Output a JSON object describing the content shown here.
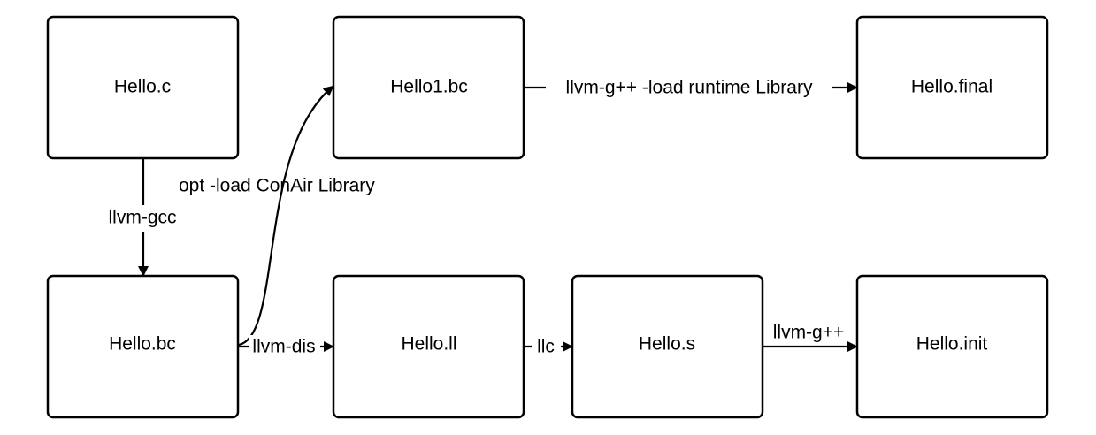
{
  "diagram": {
    "nodes": {
      "hello_c": "Hello.c",
      "hello1_bc": "Hello1.bc",
      "hello_final": "Hello.final",
      "hello_bc": "Hello.bc",
      "hello_ll": "Hello.ll",
      "hello_s": "Hello.s",
      "hello_init": "Hello.init"
    },
    "edges": {
      "llvm_gcc": "llvm-gcc",
      "opt_load": "opt -load ConAir Library",
      "llvm_gpp_load": "llvm-g++ -load runtime Library",
      "llvm_dis": "llvm-dis",
      "llc": "llc",
      "llvm_gpp": "llvm-g++"
    }
  }
}
